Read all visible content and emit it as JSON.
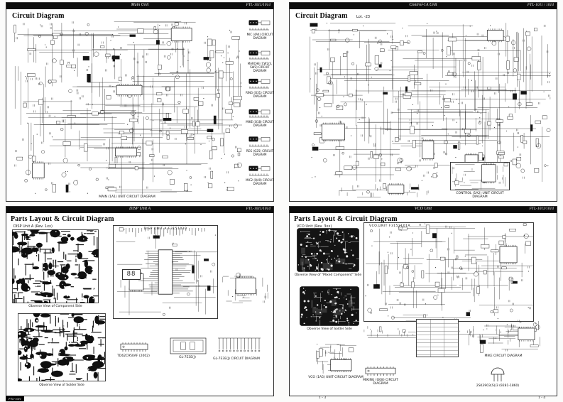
{
  "document": {
    "footer_tag": "FTL-1011",
    "footer_page_left": "1 - 3",
    "footer_page_right": "1 - 4"
  },
  "panels": {
    "main": {
      "bar_title": "Main Unit",
      "bar_model": "FTL-1011/1014",
      "heading": "Circuit Diagram",
      "caption": "MAIN (1A1) UNIT CIRCUIT DIAGRAM",
      "side_blocks": [
        {
          "label": "MIC (4A4) CIRCUIT DIAGRAM"
        },
        {
          "label": "MARCHE (CW2/3, SW2) CIRCUIT DIAGRAM"
        },
        {
          "label": "RING (Q31) CIRCUIT DIAGRAM"
        },
        {
          "label": "MIKE (Q18) CIRCUIT DIAGRAM"
        },
        {
          "label": "REG (Q25) CIRCUIT DIAGRAM"
        },
        {
          "label": "MIC2 (Q40) CIRCUIT DIAGRAM"
        }
      ]
    },
    "control": {
      "bar_title": "Control-1A Unit",
      "bar_model": "FTL-1011 / 1014",
      "heading": "Circuit Diagram",
      "lot_note": "Lot. -23",
      "caption": "CONTROL (1A2) UNIT CIRCUIT DIAGRAM"
    },
    "disp": {
      "bar_title": "DISP Unit A",
      "bar_model": "FTL-1011/1014",
      "heading": "Parts Layout & Circuit Diagram",
      "unit_label": "DISP Unit A (Rev. 1xx)",
      "pcb_component_caption": "Obverse View of Component Side",
      "pcb_solder_caption": "Obverse View of Solder Side",
      "schematic_title": "DISP UNIT A   F3151010",
      "seven_seg": "88",
      "items": [
        {
          "label": "TD62C950AF (2002)"
        },
        {
          "label": "GL-7E3E(J)"
        },
        {
          "label": "GL-7E3E(J) CIRCUIT DIAGRAM"
        }
      ]
    },
    "vco": {
      "bar_title": "VCO Unit",
      "bar_model": "FTL-1011/1014",
      "heading": "Parts Layout & Circuit Diagram",
      "unit_label": "VCO Unit (Rev. 3xx)",
      "pcb_mixed_caption": "Obverse View of \"Mixed Component\" Side",
      "pcb_solder_caption": "Obverse View of Solder Side",
      "schematic_title": "VCO UNIT   F3152101A",
      "items": [
        {
          "label": "VCO (1A5) UNIT CIRCUIT DIAGRAM"
        },
        {
          "label": "MIKING (Q08) CIRCUIT DIAGRAM"
        },
        {
          "label": "MIKE CIRCUIT DIAGRAM"
        },
        {
          "label": "2SK3903(S)/3 (9281-1860)"
        }
      ]
    }
  }
}
